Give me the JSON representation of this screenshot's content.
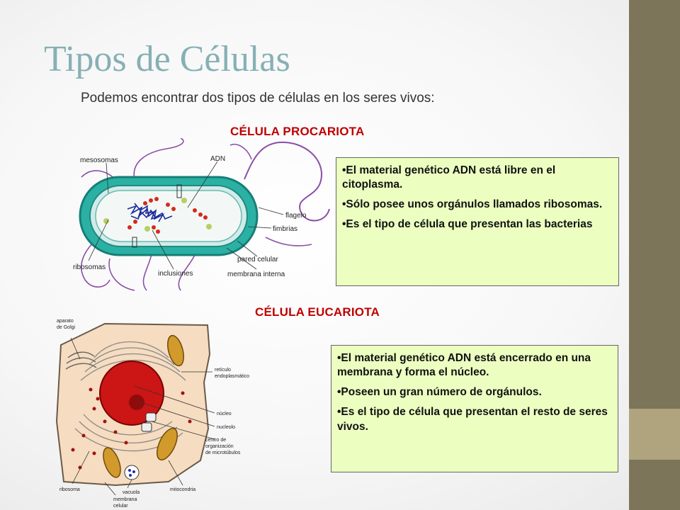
{
  "title": "Tipos de Células",
  "subtitle": "Podemos encontrar dos tipos de células en los seres vivos:",
  "prokaryote": {
    "heading": "CÉLULA PROCARIOTA",
    "diagram_labels": {
      "mesosomas": "mesosomas",
      "adn": "ADN",
      "flagelo": "flagelo",
      "fimbrias": "fimbrias",
      "pared": "pared celular",
      "membrana": "membrana interna",
      "inclusiones": "inclusiones",
      "ribosomas": "ribosomas"
    },
    "points": [
      "•El material genético ADN está libre en el citoplasma.",
      "•Sólo posee unos orgánulos llamados ribosomas.",
      "•Es el tipo de célula que presentan las bacterias"
    ]
  },
  "eukaryote": {
    "heading": "CÉLULA EUCARIOTA",
    "diagram_labels": {
      "golgi_1": "aparato",
      "golgi_2": "de Golgi",
      "reticulo_1": "retículo",
      "reticulo_2": "endoplasmático",
      "nucleo": "núcleo",
      "nucleolo": "nucleolo",
      "centro_1": "centro de",
      "centro_2": "organización",
      "centro_3": "de microtúbulos",
      "ribosoma": "ribosoma",
      "vacuola": "vacuola",
      "mitocondria": "mitocondria",
      "membrana_1": "membrana",
      "membrana_2": "celular"
    },
    "points": [
      "•El material genético ADN está encerrado en una membrana y forma el núcleo.",
      "•Poseen un gran número de orgánulos.",
      "•Es el tipo de célula que presentan el resto de seres vivos."
    ]
  },
  "colors": {
    "title": "#86b0b5",
    "heading": "#c00000",
    "box_bg": "#ecffc1",
    "sidebar": "#7c7559",
    "sidebar_accent": "#afa47e"
  }
}
